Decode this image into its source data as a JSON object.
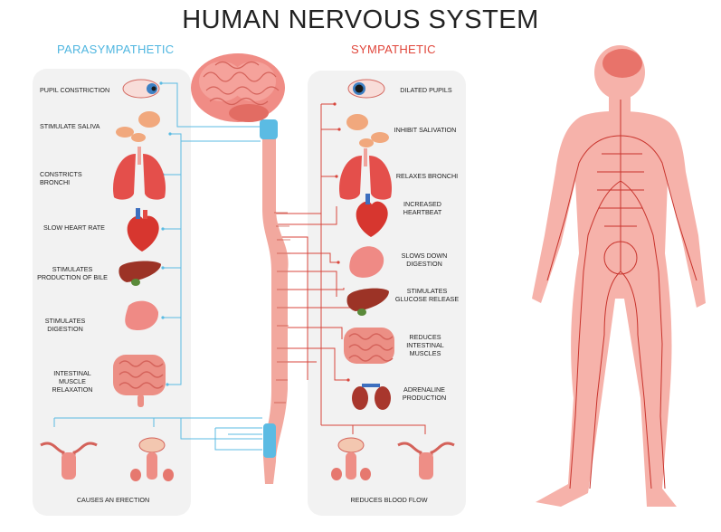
{
  "title": "HUMAN NERVOUS SYSTEM",
  "parasympathetic": {
    "heading": "PARASYMPATHETIC",
    "items": [
      {
        "label": "PUPIL CONSTRICTION",
        "icon": "eye-icon"
      },
      {
        "label": "STIMULATE SALIVA",
        "icon": "salivary-gland-icon"
      },
      {
        "label": "CONSTRICTS BRONCHI",
        "icon": "lungs-icon"
      },
      {
        "label": "SLOW HEART RATE",
        "icon": "heart-icon"
      },
      {
        "label": "STIMULATES PRODUCTION OF BILE",
        "icon": "liver-icon"
      },
      {
        "label": "STIMULATES DIGESTION",
        "icon": "stomach-icon"
      },
      {
        "label": "INTESTINAL MUSCLE RELAXATION",
        "icon": "intestine-icon"
      }
    ],
    "bottom_label": "CAUSES AN ERECTION"
  },
  "sympathetic": {
    "heading": "SYMPATHETIC",
    "items": [
      {
        "label": "DILATED PUPILS",
        "icon": "eye-icon"
      },
      {
        "label": "INHIBIT SALIVATION",
        "icon": "salivary-gland-icon"
      },
      {
        "label": "RELAXES BRONCHI",
        "icon": "lungs-icon"
      },
      {
        "label": "INCREASED HEARTBEAT",
        "icon": "heart-icon"
      },
      {
        "label": "SLOWS DOWN DIGESTION",
        "icon": "stomach-icon"
      },
      {
        "label": "STIMULATES GLUCOSE RELEASE",
        "icon": "liver-icon"
      },
      {
        "label": "REDUCES INTESTINAL MUSCLES",
        "icon": "intestine-icon"
      },
      {
        "label": "ADRENALINE PRODUCTION",
        "icon": "kidney-icon"
      }
    ],
    "bottom_label": "REDUCES BLOOD FLOW"
  },
  "colors": {
    "parasympathetic": "#4fb6e0",
    "sympathetic": "#e0453a",
    "panel": "#f2f2f2",
    "organ": "#e8665c",
    "body": "#f6b2aa",
    "nerve": "#c8332c"
  }
}
